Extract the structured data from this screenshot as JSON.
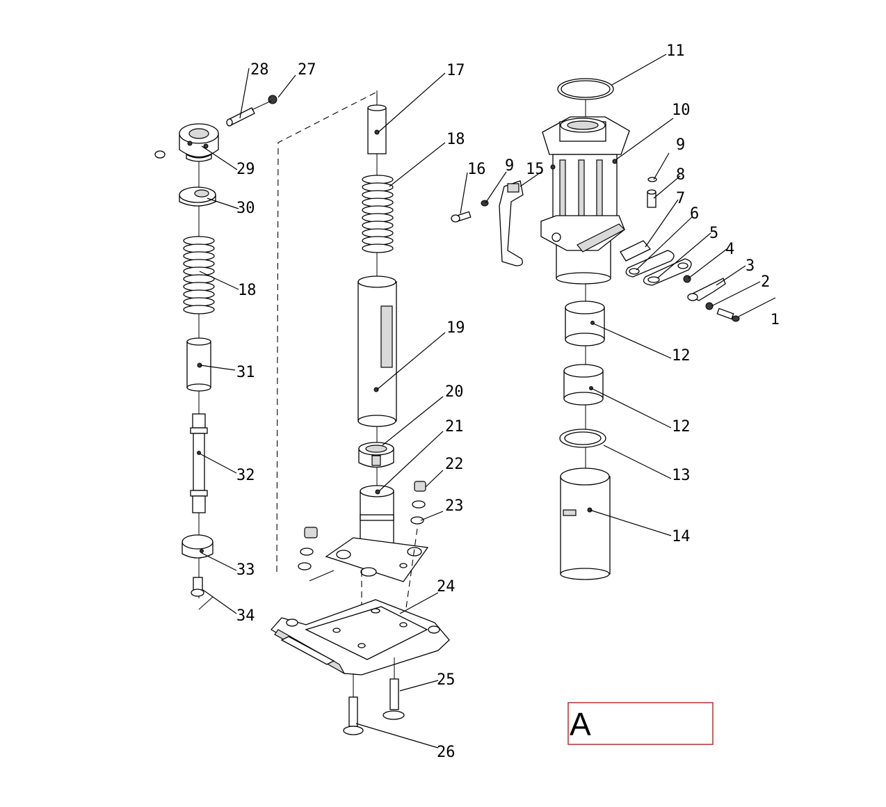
{
  "callouts": {
    "p1": "1",
    "p2": "2",
    "p3": "3",
    "p4": "4",
    "p5": "5",
    "p6": "6",
    "p7": "7",
    "p8": "8",
    "p9a": "9",
    "p9b": "9",
    "p10": "10",
    "p11": "11",
    "p12a": "12",
    "p12b": "12",
    "p13": "13",
    "p14": "14",
    "p15": "15",
    "p16": "16",
    "p17": "17",
    "p18a": "18",
    "p18b": "18",
    "p19": "19",
    "p20": "20",
    "p21": "21",
    "p22": "22",
    "p23": "23",
    "p24": "24",
    "p25": "25",
    "p26": "26",
    "p27": "27",
    "p28": "28",
    "p29": "29",
    "p30": "30",
    "p31": "31",
    "p32": "32",
    "p33": "33",
    "p34": "34"
  },
  "label_box": {
    "letter": "A",
    "border_color": "#b03030"
  }
}
